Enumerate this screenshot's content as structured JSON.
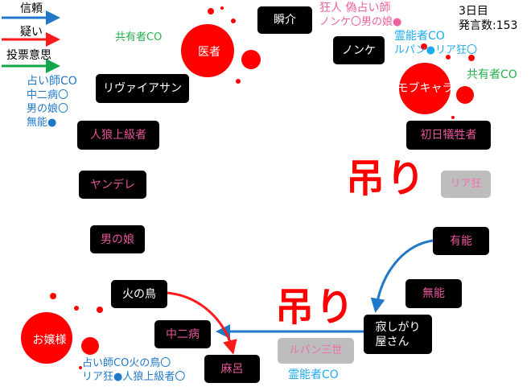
{
  "legend": [
    {
      "label": "信頼",
      "color": "#1f78c8"
    },
    {
      "label": "疑い",
      "color": "#ff1a1a"
    },
    {
      "label": "投票意思",
      "color": "#12a84a"
    }
  ],
  "status": {
    "day": "3日目",
    "posts": "発言数:153"
  },
  "nodes": {
    "shunsuke": "瞬介",
    "nonke": "ノンケ",
    "mob": "モブキャラ",
    "shonichi": "初日犠牲者",
    "riakyo": "リア狂",
    "yuno": "有能",
    "muno": "無能",
    "sabishigari": "寂しがり\n屋さん",
    "lupin": "ルパン三世",
    "maro": "麻呂",
    "chuni": "中二病",
    "hinotori": "火の鳥",
    "ojou": "お嬢様",
    "otokonoko": "男の娘",
    "yandere": "ヤンデレ",
    "jinro": "人狼上級者",
    "leviathan": "リヴァイアサン",
    "isha": "医者"
  },
  "notes": {
    "isha_co": "共有者CO",
    "lev_1": "占い師CO",
    "lev_2": "中二病〇",
    "lev_3": "男の娘〇",
    "lev_4": "無能●",
    "shun_1": "狂人 偽占い師",
    "shun_2": "ノンケ〇男の娘●",
    "nonke_1": "霊能者CO",
    "nonke_2": "ルパン●リア狂〇",
    "mob_co": "共有者CO",
    "ojou_1": "占い師CO火の鳥〇",
    "ojou_2": "リア狂●人狼上級者〇",
    "lupin_co": "霊能者CO"
  },
  "hang_marks": [
    "吊り",
    "吊り"
  ]
}
